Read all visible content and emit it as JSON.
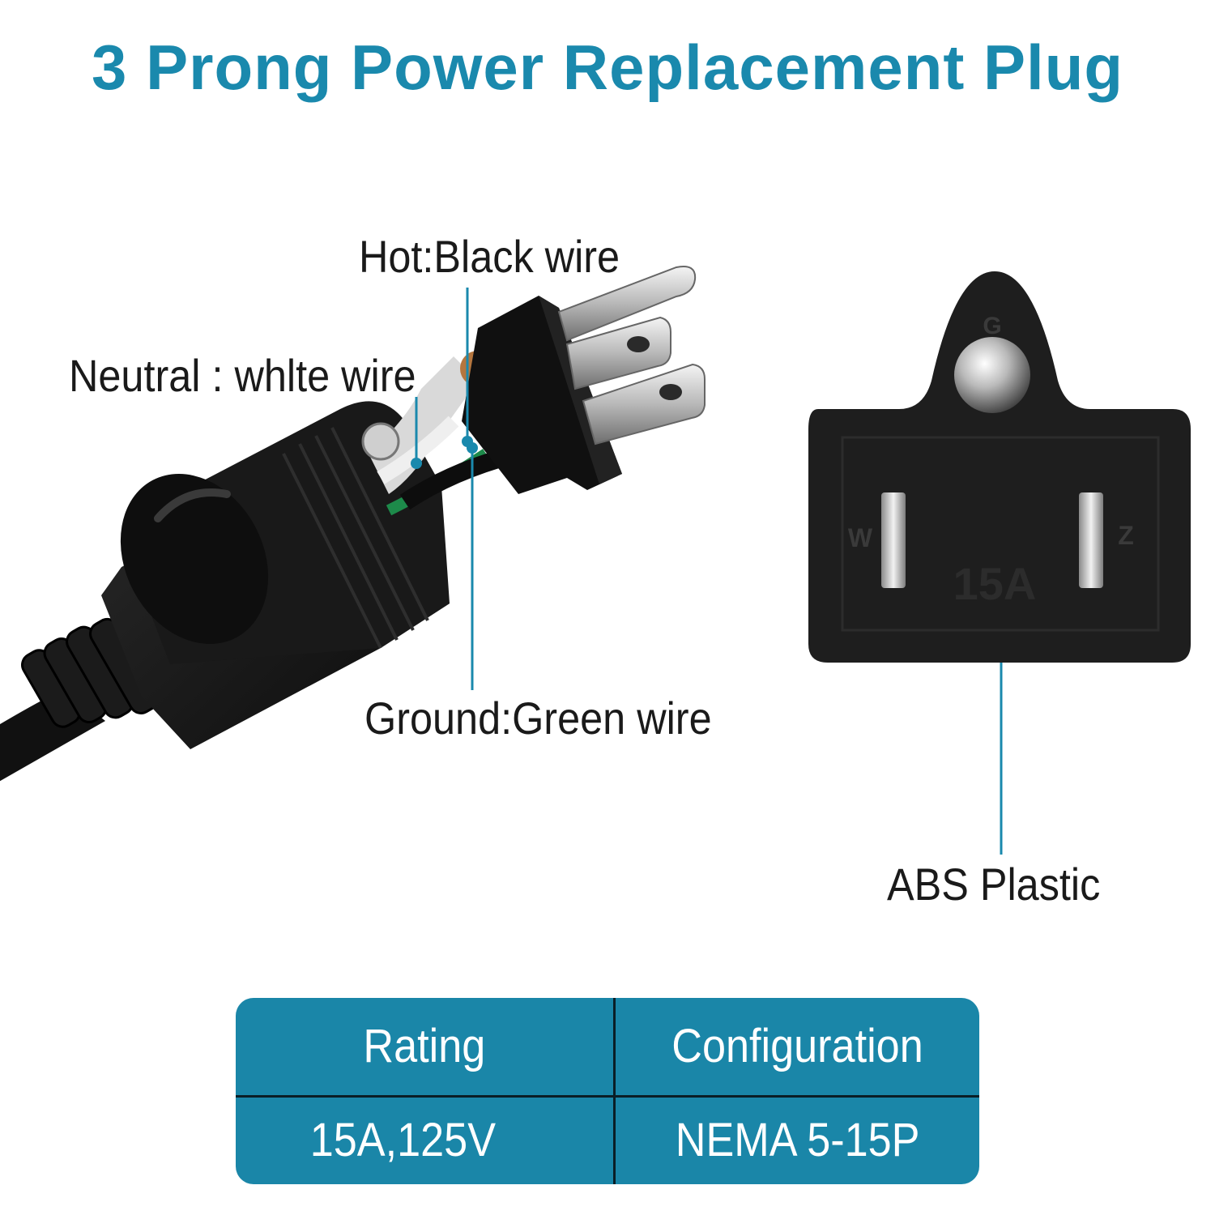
{
  "title": "3 Prong Power Replacement Plug",
  "labels": {
    "hot": "Hot:Black wire",
    "neutral": "Neutral : whlte wire",
    "ground": "Ground:Green wire",
    "material": "ABS Plastic"
  },
  "socket_markings": {
    "ground": "G",
    "neutral": "W",
    "hot": "Z",
    "rating": "15A"
  },
  "table": {
    "headers": [
      "Rating",
      "Configuration"
    ],
    "values": [
      "15A,125V",
      "NEMA 5-15P"
    ]
  },
  "colors": {
    "accent": "#1a89ad",
    "table_bg": "#1a86a8",
    "plug_body": "#151515",
    "ground_wire": "#1d8a4a"
  },
  "icons": [
    "plug-illustration",
    "socket-face-illustration"
  ]
}
